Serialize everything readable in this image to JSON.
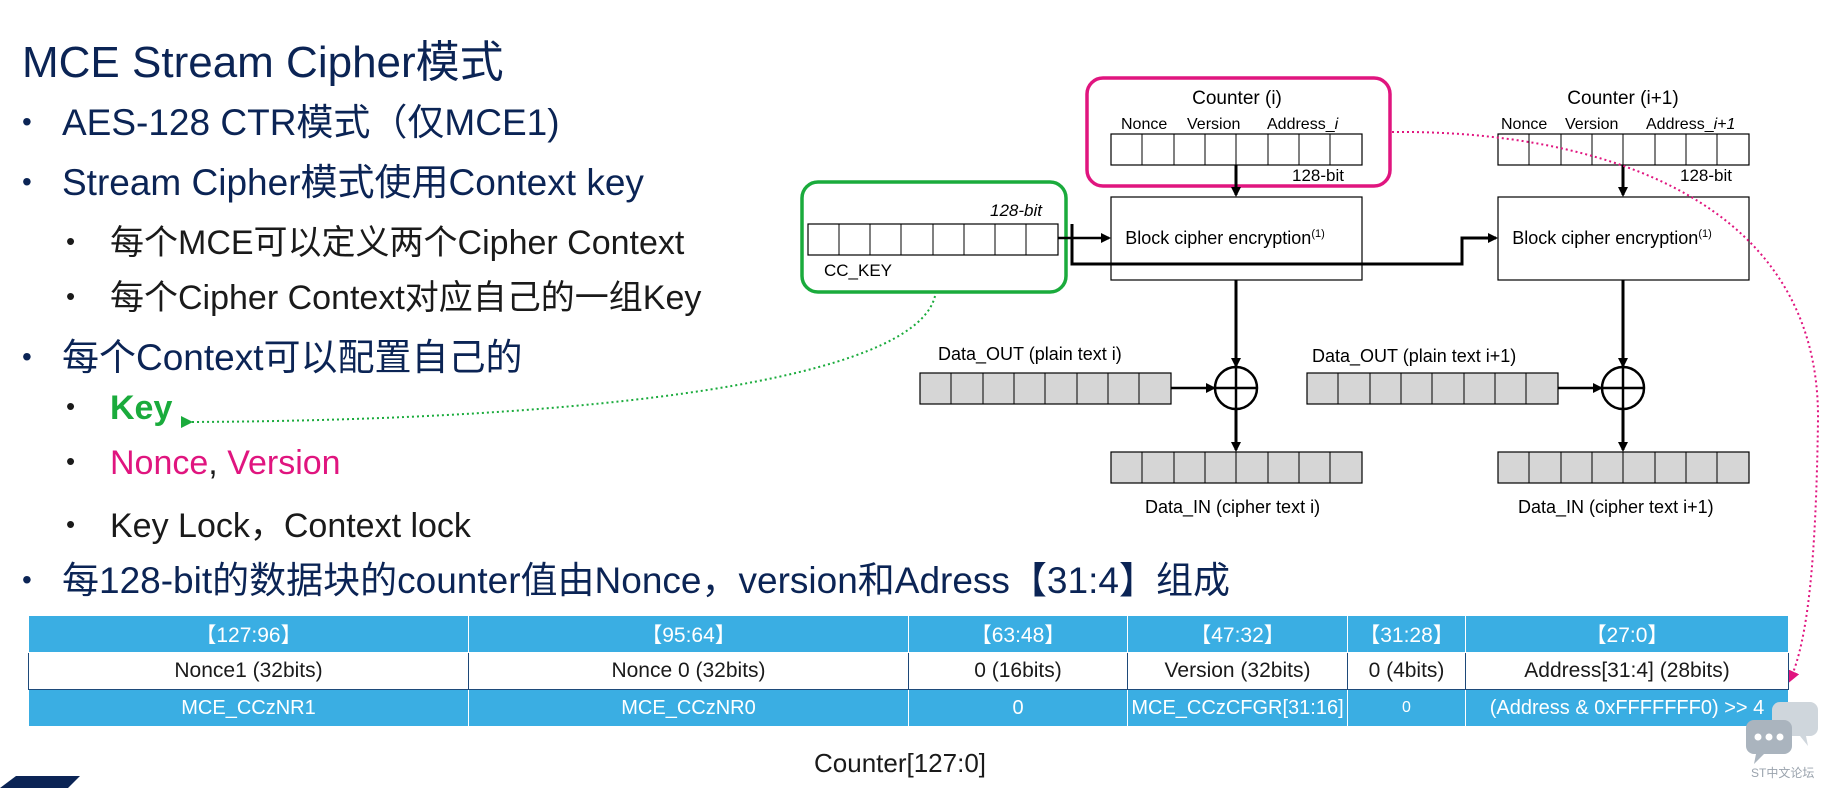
{
  "title": "MCE Stream Cipher模式",
  "bullets": {
    "b1": "AES-128 CTR模式（仅MCE1)",
    "b2": "Stream Cipher模式使用Context key",
    "b2_1": "每个MCE可以定义两个Cipher Context",
    "b2_2": "每个Cipher Context对应自己的一组Key",
    "b3": "每个Context可以配置自己的",
    "b3_1": "Key",
    "b3_2_nonce": "Nonce",
    "b3_2_sep": ", ",
    "b3_2_version": "Version",
    "b3_3": "Key Lock，Context lock",
    "b4": "每128-bit的数据块的counter值由Nonce，version和Adress【31:4】组成"
  },
  "diagram": {
    "counter_i": "Counter (i)",
    "counter_i1": "Counter (i+1)",
    "nonce": "Nonce",
    "version": "Version",
    "address_i_prefix": "Address_",
    "address_i_suffix": "i",
    "address_i1_suffix": "i+1",
    "bits_128": "128-bit",
    "cc_key": "CC_KEY",
    "block_cipher": "Block cipher encryption",
    "footnote": "(1)",
    "data_out_i": "Data_OUT (plain text i)",
    "data_out_i1": "Data_OUT (plain text i+1)",
    "data_in_i": "Data_IN (cipher text i)",
    "data_in_i1": "Data_IN (cipher text i+1)",
    "colors": {
      "green": "#1aab3c",
      "pink": "#e0157f",
      "box_fill": "#d6d6d6"
    }
  },
  "counter_table": {
    "headers": [
      "【127:96】",
      "【95:64】",
      "【63:48】",
      "【47:32】",
      "【31:28】",
      "【27:0】"
    ],
    "fields": [
      "Nonce1 (32bits)",
      "Nonce 0 (32bits)",
      "0 (16bits)",
      "Version (32bits)",
      "0 (4bits)",
      "Address[31:4] (28bits)"
    ],
    "registers": [
      "MCE_CCzNR1",
      "MCE_CCzNR0",
      "0",
      "MCE_CCzCFGR[31:16]",
      "0",
      "(Address & 0xFFFFFFF0) >> 4"
    ],
    "caption": "Counter[127:0]",
    "color": "#3aaee3"
  },
  "watermark": {
    "text": "ST中文论坛",
    "icon": "chat-bubbles-icon"
  }
}
